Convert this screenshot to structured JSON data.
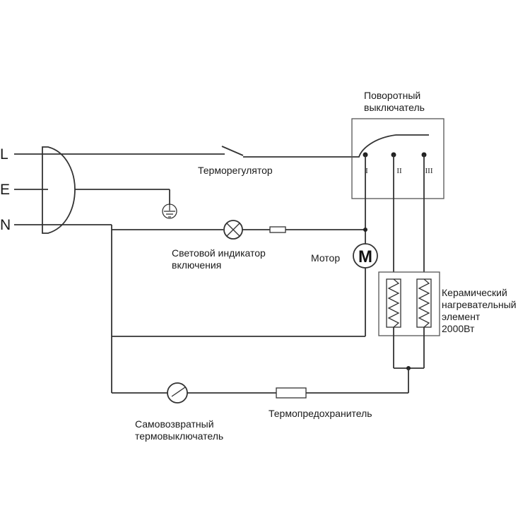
{
  "terminals": {
    "live": "L",
    "earth": "E",
    "neutral": "N"
  },
  "labels": {
    "rotary_switch": [
      "Поворотный",
      "выключатель"
    ],
    "thermostat": "Терморегулятор",
    "indicator": [
      "Световой индикатор",
      "включения"
    ],
    "motor": "Мотор",
    "heater": [
      "Керамический",
      "нагревательный",
      "элемент",
      "2000Вт"
    ],
    "reset_switch": [
      "Самовозвратный",
      "термовыключатель"
    ],
    "thermal_fuse": "Термопредохранитель"
  },
  "switch_positions": [
    "I",
    "II",
    "III"
  ],
  "motor_symbol": "M"
}
